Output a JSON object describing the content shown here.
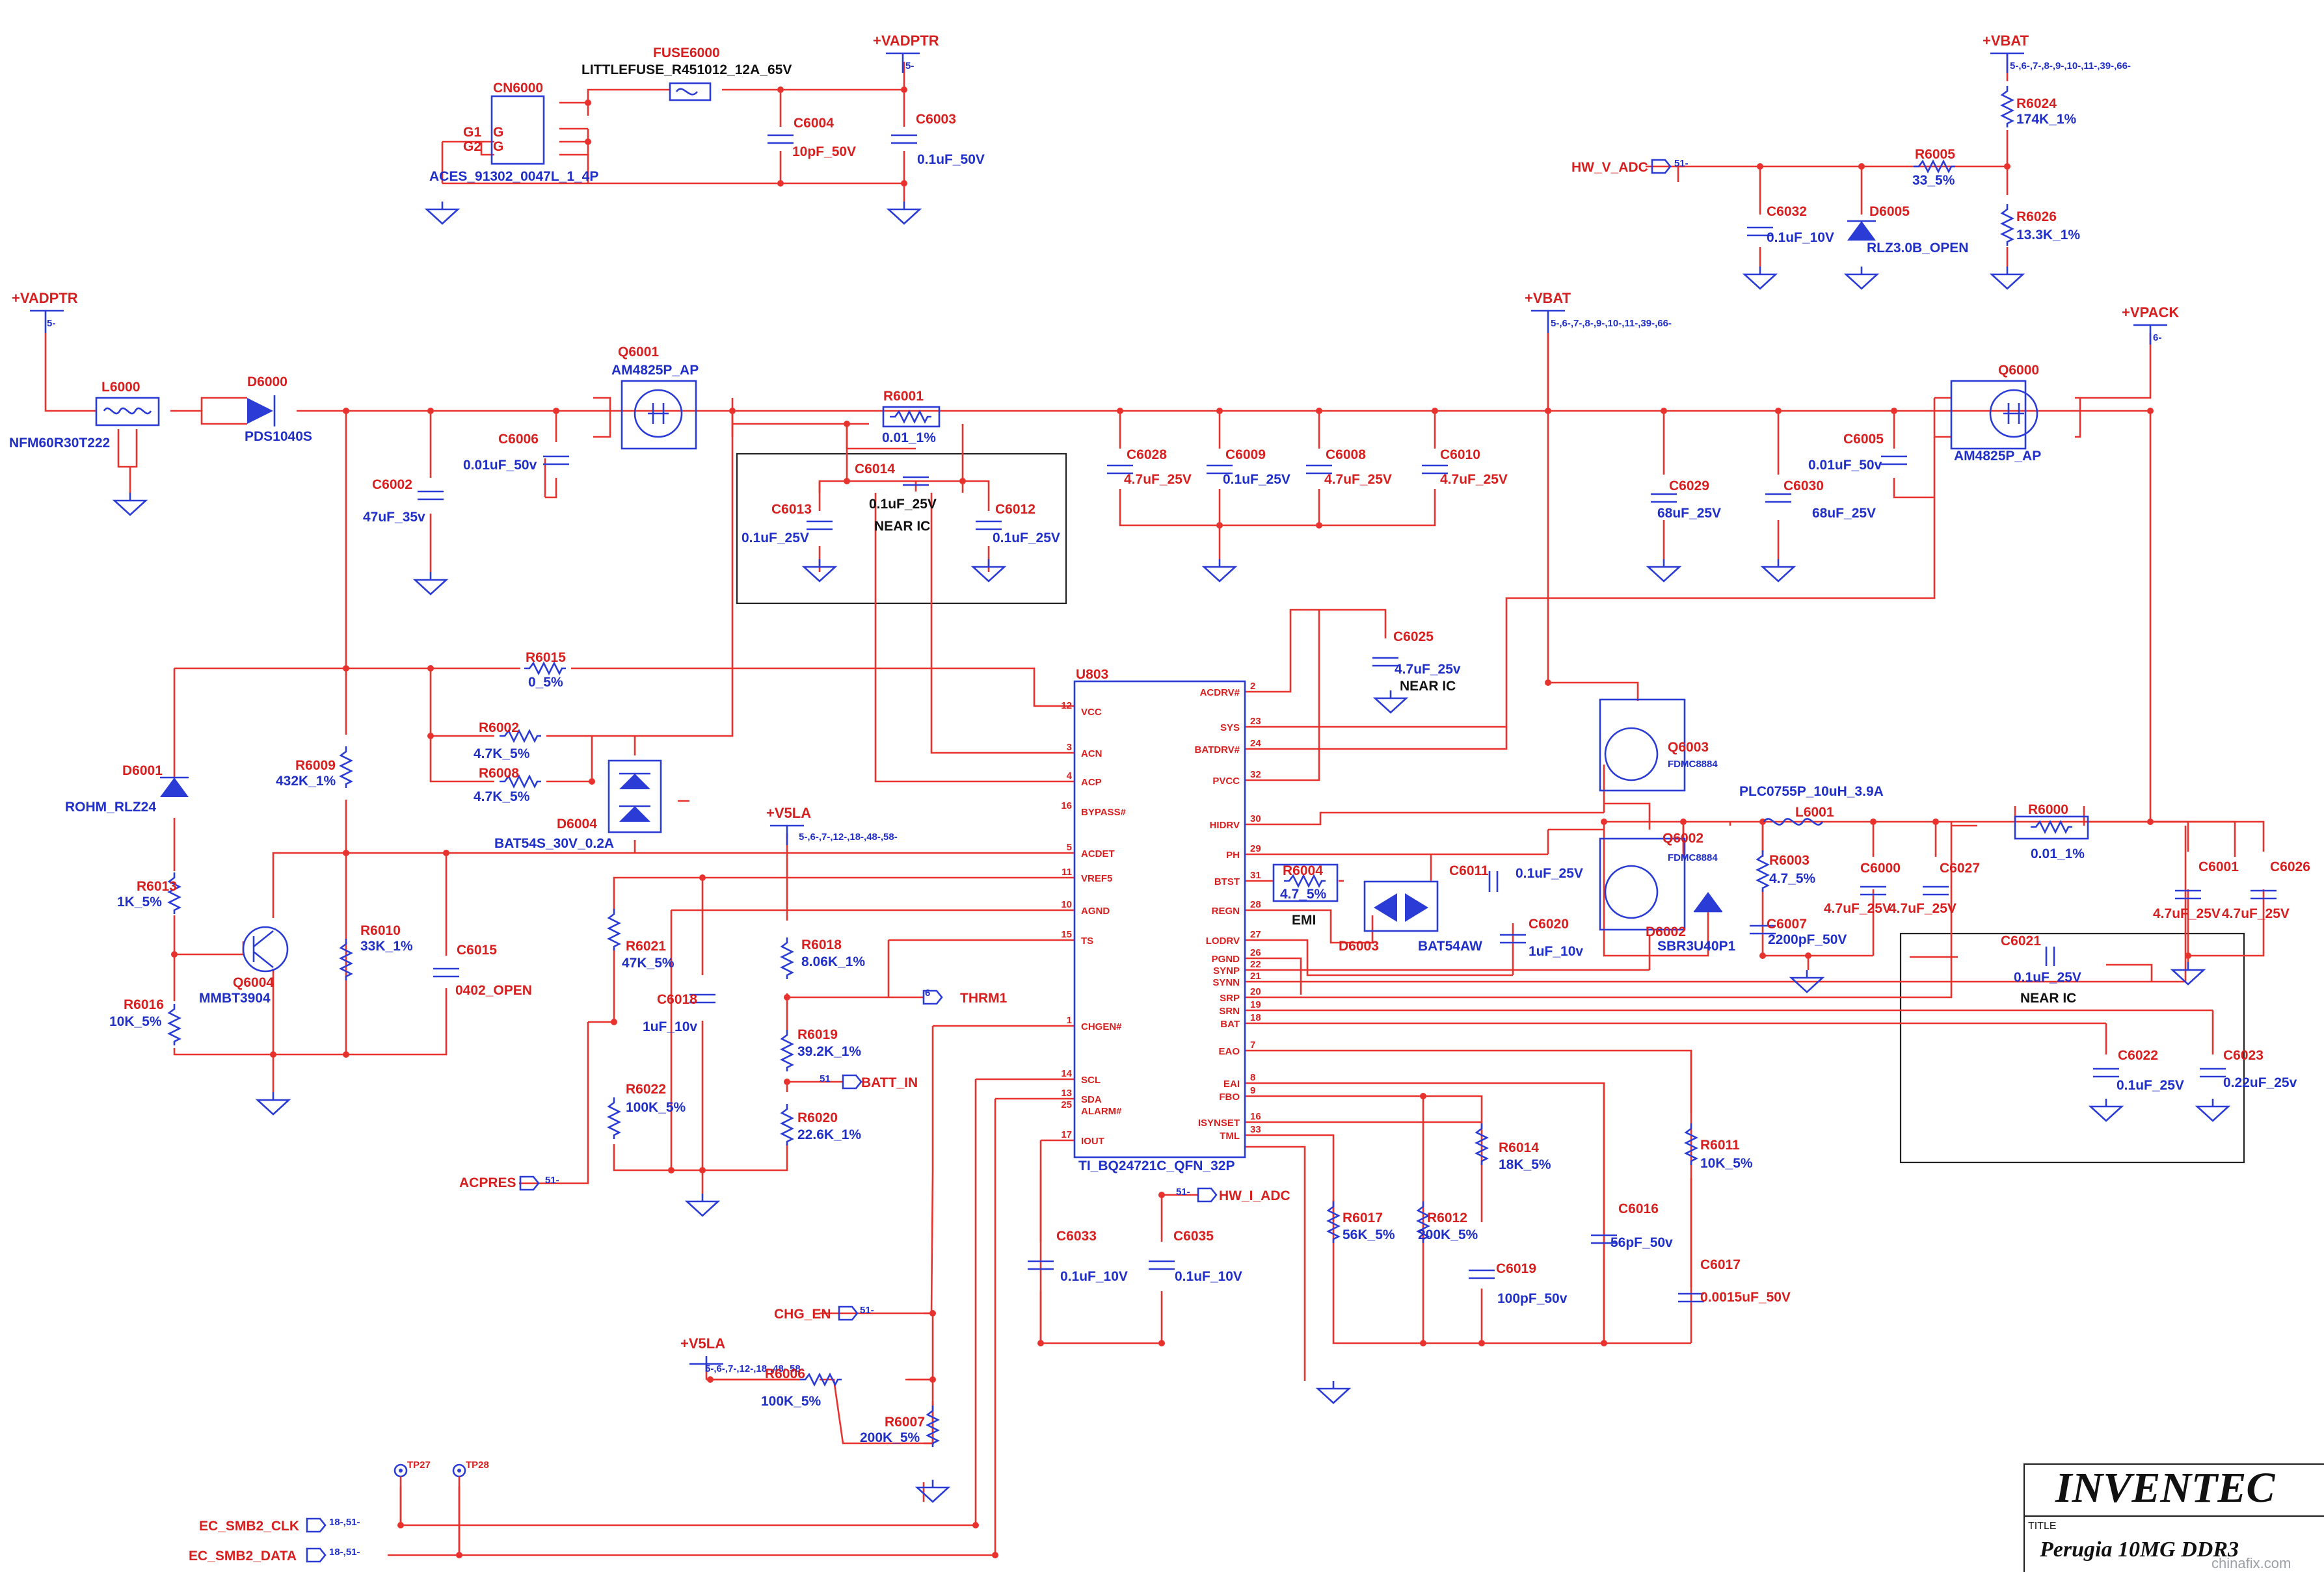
{
  "sheet": {
    "company": "INVENTEC",
    "title_label": "TITLE",
    "title_value": "Perugia 10MG DDR3",
    "watermark": "chinafix.com"
  },
  "power_rails": {
    "vadptr_top": "+VADPTR",
    "vadptr_left": "+VADPTR",
    "vbat_top": "+VBAT",
    "vbat_mid": "+VBAT",
    "vpack": "+VPACK",
    "v5la_a": "+V5LA",
    "v5la_b": "+V5LA",
    "refs_5": "5-",
    "refs_6": "6-",
    "refs_vbat": "5-,6-,7-,8-,9-,10-,11-,39-,66-",
    "refs_v5la": "5-,6-,7-,12-,18-,48-,58-"
  },
  "signals": {
    "hw_v_adc": "HW_V_ADC",
    "hw_v_adc_ref": "51-",
    "thrm1": "THRM1",
    "thrm1_ref": "6",
    "batt_in": "BATT_IN",
    "batt_in_ref": "51",
    "acpres": "ACPRES",
    "acpres_ref": "51-",
    "hw_i_adc": "HW_I_ADC",
    "hw_i_adc_ref": "51-",
    "chg_en": "CHG_EN",
    "chg_en_ref": "51-",
    "ec_smb2_clk": "EC_SMB2_CLK",
    "ec_smb2_clk_ref": "18-,51-",
    "ec_smb2_data": "EC_SMB2_DATA",
    "ec_smb2_data_ref": "18-,51-",
    "tp27": "TP27",
    "tp28": "TP28"
  },
  "notes": {
    "near_ic_1": "NEAR IC",
    "near_ic_2": "NEAR IC",
    "near_ic_3": "NEAR IC",
    "emi": "EMI"
  },
  "ic": {
    "ref": "U803",
    "part": "TI_BQ24721C_QFN_32P",
    "left_pins": [
      {
        "num": "12",
        "name": "VCC"
      },
      {
        "num": "3",
        "name": "ACN"
      },
      {
        "num": "4",
        "name": "ACP"
      },
      {
        "num": "16",
        "name": "BYPASS#"
      },
      {
        "num": "5",
        "name": "ACDET"
      },
      {
        "num": "11",
        "name": "VREF5"
      },
      {
        "num": "10",
        "name": "AGND"
      },
      {
        "num": "15",
        "name": "TS"
      },
      {
        "num": "1",
        "name": "CHGEN#"
      },
      {
        "num": "14",
        "name": "SCL"
      },
      {
        "num": "13",
        "name": "SDA"
      },
      {
        "num": "25",
        "name": "ALARM#"
      },
      {
        "num": "17",
        "name": "IOUT"
      }
    ],
    "right_pins": [
      {
        "num": "2",
        "name": "ACDRV#"
      },
      {
        "num": "23",
        "name": "SYS"
      },
      {
        "num": "24",
        "name": "BATDRV#"
      },
      {
        "num": "32",
        "name": "PVCC"
      },
      {
        "num": "30",
        "name": "HIDRV"
      },
      {
        "num": "29",
        "name": "PH"
      },
      {
        "num": "31",
        "name": "BTST"
      },
      {
        "num": "28",
        "name": "REGN"
      },
      {
        "num": "27",
        "name": "LODRV"
      },
      {
        "num": "26",
        "name": "PGND"
      },
      {
        "num": "22",
        "name": "SYNP"
      },
      {
        "num": "21",
        "name": "SYNN"
      },
      {
        "num": "20",
        "name": "SRP"
      },
      {
        "num": "19",
        "name": "SRN"
      },
      {
        "num": "18",
        "name": "BAT"
      },
      {
        "num": "7",
        "name": "EAO"
      },
      {
        "num": "8",
        "name": "EAI"
      },
      {
        "num": "9",
        "name": "FBO"
      },
      {
        "num": "16",
        "name": "ISYNSET"
      },
      {
        "num": "33",
        "name": "TML"
      }
    ]
  },
  "parts": {
    "fuse6000": {
      "ref": "FUSE6000",
      "val": "LITTLEFUSE_R451012_12A_65V"
    },
    "cn6000": {
      "ref": "CN6000",
      "val": "ACES_91302_0047L_1_4P",
      "g1": "G1",
      "g2": "G2",
      "g": "G"
    },
    "c6004": {
      "ref": "C6004",
      "val": "10pF_50V"
    },
    "c6003": {
      "ref": "C6003",
      "val": "0.1uF_50V"
    },
    "l6000": {
      "ref": "L6000",
      "val": "NFM60R30T222"
    },
    "d6000": {
      "ref": "D6000",
      "val": "PDS1040S"
    },
    "c6002": {
      "ref": "C6002",
      "val": "47uF_35v"
    },
    "c6006": {
      "ref": "C6006",
      "val": "0.01uF_50v"
    },
    "q6001": {
      "ref": "Q6001",
      "val": "AM4825P_AP"
    },
    "r6001": {
      "ref": "R6001",
      "val": "0.01_1%"
    },
    "c6014": {
      "ref": "C6014",
      "val": "0.1uF_25V"
    },
    "c6013": {
      "ref": "C6013",
      "val": "0.1uF_25V"
    },
    "c6012": {
      "ref": "C6012",
      "val": "0.1uF_25V"
    },
    "c6028": {
      "ref": "C6028",
      "val": "4.7uF_25V"
    },
    "c6009": {
      "ref": "C6009",
      "val": "0.1uF_25V"
    },
    "c6008": {
      "ref": "C6008",
      "val": "4.7uF_25V"
    },
    "c6010": {
      "ref": "C6010",
      "val": "4.7uF_25V"
    },
    "c6029": {
      "ref": "C6029",
      "val": "68uF_25V"
    },
    "c6030": {
      "ref": "C6030",
      "val": "68uF_25V"
    },
    "c6005": {
      "ref": "C6005",
      "val": "0.01uF_50v"
    },
    "q6000": {
      "ref": "Q6000",
      "val": "AM4825P_AP"
    },
    "r6024": {
      "ref": "R6024",
      "val": "174K_1%"
    },
    "r6005": {
      "ref": "R6005",
      "val": "33_5%"
    },
    "r6026": {
      "ref": "R6026",
      "val": "13.3K_1%"
    },
    "c6032": {
      "ref": "C6032",
      "val": "0.1uF_10V"
    },
    "d6005": {
      "ref": "D6005",
      "val": "RLZ3.0B_OPEN"
    },
    "r6015": {
      "ref": "R6015",
      "val": "0_5%"
    },
    "c6025": {
      "ref": "C6025",
      "val": "4.7uF_25v"
    },
    "d6001": {
      "ref": "D6001",
      "val": "ROHM_RLZ24"
    },
    "r6009": {
      "ref": "R6009",
      "val": "432K_1%"
    },
    "r6002": {
      "ref": "R6002",
      "val": "4.7K_5%"
    },
    "r6008": {
      "ref": "R6008",
      "val": "4.7K_5%"
    },
    "d6004": {
      "ref": "D6004",
      "val": "BAT54S_30V_0.2A"
    },
    "r6013": {
      "ref": "R6013",
      "val": "1K_5%"
    },
    "q6004": {
      "ref": "Q6004",
      "val": "MMBT3904"
    },
    "r6010": {
      "ref": "R6010",
      "val": "33K_1%"
    },
    "c6015": {
      "ref": "C6015",
      "val": "0402_OPEN"
    },
    "r6016": {
      "ref": "R6016",
      "val": "10K_5%"
    },
    "r6021": {
      "ref": "R6021",
      "val": "47K_5%"
    },
    "c6018": {
      "ref": "C6018",
      "val": "1uF_10v"
    },
    "r6022": {
      "ref": "R6022",
      "val": "100K_5%"
    },
    "r6018": {
      "ref": "R6018",
      "val": "8.06K_1%"
    },
    "r6019": {
      "ref": "R6019",
      "val": "39.2K_1%"
    },
    "r6020": {
      "ref": "R6020",
      "val": "22.6K_1%"
    },
    "q6003": {
      "ref": "Q6003",
      "val": "FDMC8884"
    },
    "q6002": {
      "ref": "Q6002",
      "val": "FDMC8884"
    },
    "d6002": {
      "ref": "D6002",
      "val": "SBR3U40P1"
    },
    "r6004": {
      "ref": "R6004",
      "val": "4.7_5%"
    },
    "c6011": {
      "ref": "C6011",
      "val": "0.1uF_25V"
    },
    "d6003": {
      "ref": "D6003",
      "val": "BAT54AW"
    },
    "c6020": {
      "ref": "C6020",
      "val": "1uF_10v"
    },
    "l6001": {
      "ref": "L6001",
      "val": "PLC0755P_10uH_3.9A"
    },
    "r6003": {
      "ref": "R6003",
      "val": "4.7_5%"
    },
    "c6007": {
      "ref": "C6007",
      "val": "2200pF_50V"
    },
    "c6000": {
      "ref": "C6000",
      "val": "4.7uF_25V"
    },
    "c6027": {
      "ref": "C6027",
      "val": "4.7uF_25V"
    },
    "r6000": {
      "ref": "R6000",
      "val": "0.01_1%"
    },
    "c6001": {
      "ref": "C6001",
      "val": "4.7uF_25V"
    },
    "c6026": {
      "ref": "C6026",
      "val": "4.7uF_25V"
    },
    "c6021": {
      "ref": "C6021",
      "val": "0.1uF_25V"
    },
    "c6022": {
      "ref": "C6022",
      "val": "0.1uF_25V"
    },
    "c6023": {
      "ref": "C6023",
      "val": "0.22uF_25v"
    },
    "c6033": {
      "ref": "C6033",
      "val": "0.1uF_10V"
    },
    "c6035": {
      "ref": "C6035",
      "val": "0.1uF_10V"
    },
    "r6017": {
      "ref": "R6017",
      "val": "56K_5%"
    },
    "r6012": {
      "ref": "R6012",
      "val": "200K_5%"
    },
    "r6014": {
      "ref": "R6014",
      "val": "18K_5%"
    },
    "c6019": {
      "ref": "C6019",
      "val": "100pF_50v"
    },
    "c6016": {
      "ref": "C6016",
      "val": "56pF_50v"
    },
    "r6011": {
      "ref": "R6011",
      "val": "10K_5%"
    },
    "c6017": {
      "ref": "C6017",
      "val": "0.0015uF_50V"
    },
    "r6006": {
      "ref": "R6006",
      "val": "100K_5%"
    },
    "r6007": {
      "ref": "R6007",
      "val": "200K_5%"
    }
  },
  "colors": {
    "wire": "#e8322e",
    "symbol": "#2a3bd6",
    "frame": "#222222"
  },
  "icons": [
    "ground-icon",
    "power-rail-icon",
    "offpage-connector-icon",
    "testpoint-icon"
  ]
}
